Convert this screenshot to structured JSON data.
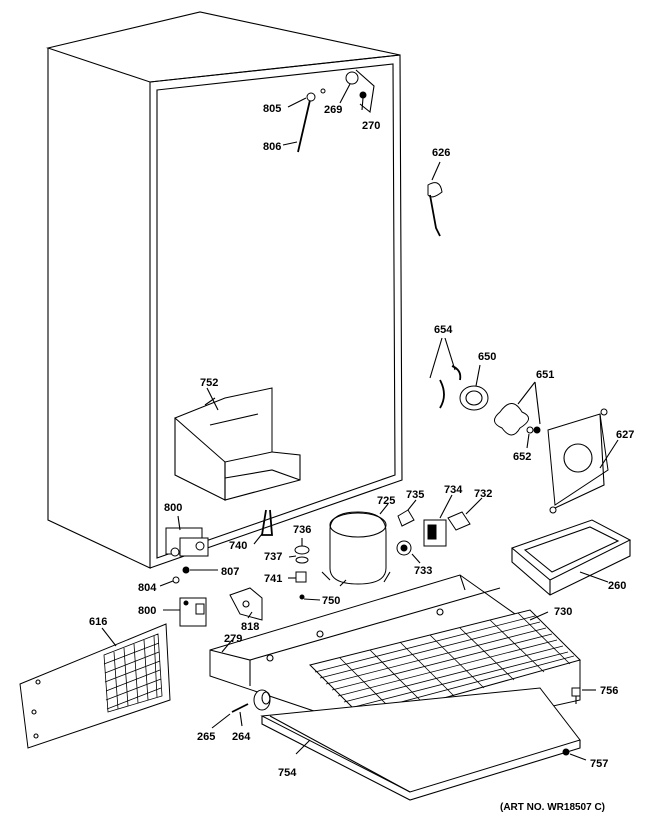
{
  "art_no": "(ART NO. WR18507 C)",
  "parts": {
    "p805": "805",
    "p269": "269",
    "p270": "270",
    "p806": "806",
    "p626": "626",
    "p654": "654",
    "p650": "650",
    "p651": "651",
    "p652": "652",
    "p627": "627",
    "p752": "752",
    "p800a": "800",
    "p740": "740",
    "p736": "736",
    "p725": "725",
    "p735": "735",
    "p734": "734",
    "p732": "732",
    "p737": "737",
    "p807": "807",
    "p741": "741",
    "p733": "733",
    "p260": "260",
    "p804": "804",
    "p750": "750",
    "p800b": "800",
    "p818": "818",
    "p730": "730",
    "p616": "616",
    "p279": "279",
    "p756": "756",
    "p265": "265",
    "p264": "264",
    "p754": "754",
    "p757": "757"
  }
}
